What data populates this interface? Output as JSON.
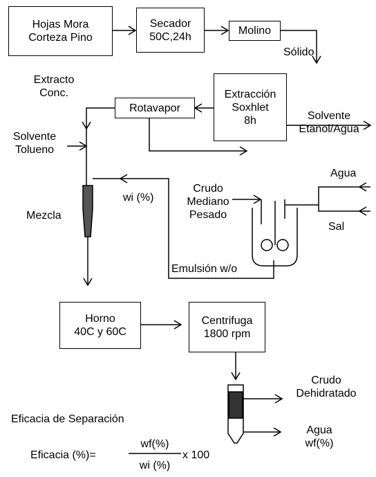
{
  "boxes": {
    "hojas": [
      "Hojas Mora",
      "Corteza Pino"
    ],
    "secador": [
      "Secador",
      "50C,24h"
    ],
    "molino": "Molino",
    "extraccion": [
      "Extracción",
      "Soxhlet",
      "8h"
    ],
    "rotavapor": "Rotavapor",
    "horno": [
      "Horno",
      "40C y 60C"
    ],
    "centrifuga": [
      "Centrifuga",
      "1800 rpm"
    ]
  },
  "labels": {
    "solido": "Sólido",
    "extracto": [
      "Extracto",
      "Conc."
    ],
    "solvente_tolueno": [
      "Solvente",
      "Tolueno"
    ],
    "solvente_etanol": [
      "Solvente",
      "Etanol/Agua"
    ],
    "mezcla": "Mezcla",
    "wi": "wi (%)",
    "crudo_mediano": [
      "Crudo",
      "Mediano",
      "Pesado"
    ],
    "agua_in": "Agua",
    "sal": "Sal",
    "emulsion": "Emulsión w/o",
    "crudo_dehidratado": [
      "Crudo",
      "Dehidratado"
    ],
    "agua_out": [
      "Agua",
      "wf(%)"
    ]
  },
  "formula": {
    "title": "Eficacia de Separación",
    "lhs": "Eficacia (%)=",
    "numerator": "wf(%)",
    "denominator": "wi (%)",
    "rhs": "x 100"
  }
}
